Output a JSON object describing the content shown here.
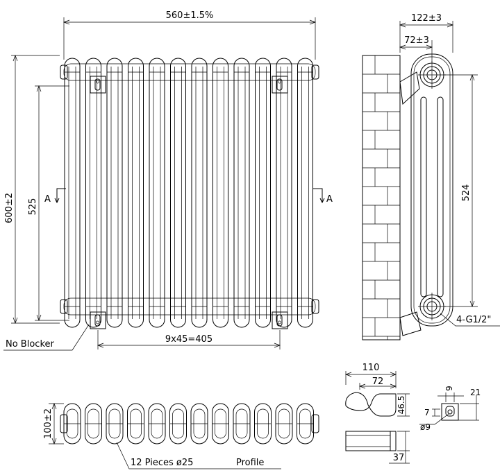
{
  "front_view": {
    "width_label": "560±1.5%",
    "height_label": "600±2",
    "pipe_spacing_label": "525",
    "bracket_spacing_label": "9x45=405",
    "section_marker_left": "A",
    "section_marker_right": "A",
    "note_label": "No Blocker"
  },
  "side_view": {
    "depth_label": "122±3",
    "wall_offset_label": "72±3",
    "center_distance_label": "524",
    "connection_label": "4-G1/2\""
  },
  "top_view": {
    "depth_label": "100±2",
    "pieces_label": "12 Pieces ø25",
    "profile_label": "Profile"
  },
  "bracket_detail": {
    "length_label": "110",
    "reach_label": "72",
    "height_label": "46.5",
    "width_label": "37"
  },
  "bracket_plate": {
    "width_label": "9",
    "height_label": "21",
    "slot_label": "7",
    "hole_label": "ø9"
  }
}
